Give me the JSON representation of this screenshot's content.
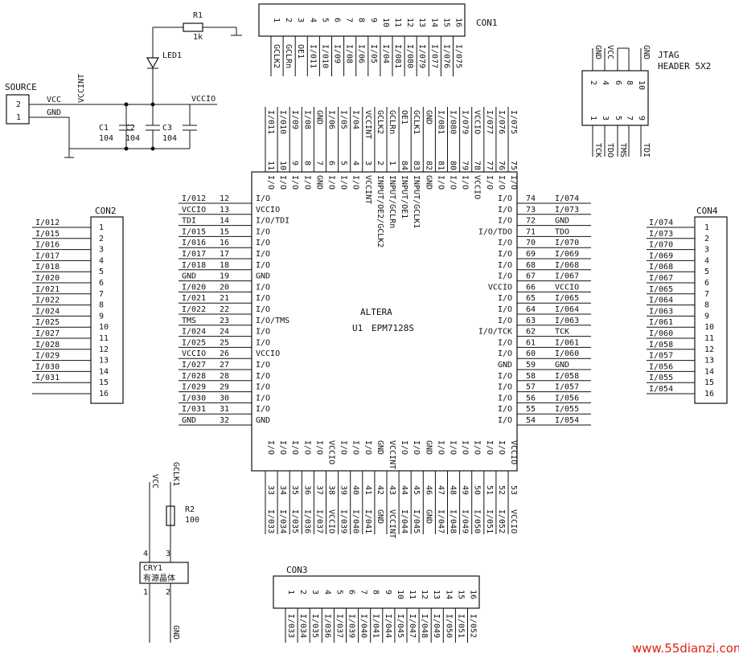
{
  "chip": {
    "vendor": "ALTERA",
    "ref": "U1",
    "part": "EPM7128S",
    "left_pins": [
      {
        "pin": "12",
        "net": "I/012",
        "fn": "I/O"
      },
      {
        "pin": "13",
        "net": "VCCIO",
        "fn": "VCCIO"
      },
      {
        "pin": "14",
        "net": "TDI",
        "fn": "I/O/TDI"
      },
      {
        "pin": "15",
        "net": "I/015",
        "fn": "I/O"
      },
      {
        "pin": "16",
        "net": "I/016",
        "fn": "I/O"
      },
      {
        "pin": "17",
        "net": "I/017",
        "fn": "I/O"
      },
      {
        "pin": "18",
        "net": "I/018",
        "fn": "I/O"
      },
      {
        "pin": "19",
        "net": "GND",
        "fn": "GND"
      },
      {
        "pin": "20",
        "net": "I/020",
        "fn": "I/O"
      },
      {
        "pin": "21",
        "net": "I/021",
        "fn": "I/O"
      },
      {
        "pin": "22",
        "net": "I/022",
        "fn": "I/O"
      },
      {
        "pin": "23",
        "net": "TMS",
        "fn": "I/O/TMS"
      },
      {
        "pin": "24",
        "net": "I/024",
        "fn": "I/O"
      },
      {
        "pin": "25",
        "net": "I/025",
        "fn": "I/O"
      },
      {
        "pin": "26",
        "net": "VCCIO",
        "fn": "VCCIO"
      },
      {
        "pin": "27",
        "net": "I/027",
        "fn": "I/O"
      },
      {
        "pin": "28",
        "net": "I/028",
        "fn": "I/O"
      },
      {
        "pin": "29",
        "net": "I/029",
        "fn": "I/O"
      },
      {
        "pin": "30",
        "net": "I/030",
        "fn": "I/O"
      },
      {
        "pin": "31",
        "net": "I/031",
        "fn": "I/O"
      },
      {
        "pin": "32",
        "net": "GND",
        "fn": "GND"
      }
    ],
    "right_pins": [
      {
        "pin": "74",
        "net": "I/074",
        "fn": "I/O"
      },
      {
        "pin": "73",
        "net": "I/073",
        "fn": "I/O"
      },
      {
        "pin": "72",
        "net": "GND",
        "fn": "I/O"
      },
      {
        "pin": "71",
        "net": "TDO",
        "fn": "I/O/TDO"
      },
      {
        "pin": "70",
        "net": "I/070",
        "fn": "I/O"
      },
      {
        "pin": "69",
        "net": "I/069",
        "fn": "I/O"
      },
      {
        "pin": "68",
        "net": "I/068",
        "fn": "I/O"
      },
      {
        "pin": "67",
        "net": "I/067",
        "fn": "I/O"
      },
      {
        "pin": "66",
        "net": "VCCIO",
        "fn": "VCCIO"
      },
      {
        "pin": "65",
        "net": "I/065",
        "fn": "I/O"
      },
      {
        "pin": "64",
        "net": "I/064",
        "fn": "I/O"
      },
      {
        "pin": "63",
        "net": "I/063",
        "fn": "I/O"
      },
      {
        "pin": "62",
        "net": "TCK",
        "fn": "I/O/TCK"
      },
      {
        "pin": "61",
        "net": "I/061",
        "fn": "I/O"
      },
      {
        "pin": "60",
        "net": "I/060",
        "fn": "I/O"
      },
      {
        "pin": "59",
        "net": "GND",
        "fn": "GND"
      },
      {
        "pin": "58",
        "net": "I/058",
        "fn": "I/O"
      },
      {
        "pin": "57",
        "net": "I/057",
        "fn": "I/O"
      },
      {
        "pin": "56",
        "net": "I/056",
        "fn": "I/O"
      },
      {
        "pin": "55",
        "net": "I/055",
        "fn": "I/O"
      },
      {
        "pin": "54",
        "net": "I/054",
        "fn": "I/O"
      }
    ],
    "top_pins": [
      {
        "pin": "11",
        "net": "I/011",
        "fn": "I/O"
      },
      {
        "pin": "10",
        "net": "I/010",
        "fn": "I/O"
      },
      {
        "pin": "9",
        "net": "I/09",
        "fn": "I/O"
      },
      {
        "pin": "8",
        "net": "I/08",
        "fn": "I/O"
      },
      {
        "pin": "7",
        "net": "GND",
        "fn": "GND"
      },
      {
        "pin": "6",
        "net": "I/06",
        "fn": "I/O"
      },
      {
        "pin": "5",
        "net": "I/05",
        "fn": "I/O"
      },
      {
        "pin": "4",
        "net": "I/04",
        "fn": "I/O"
      },
      {
        "pin": "3",
        "net": "VCCINT",
        "fn": "VCCINT"
      },
      {
        "pin": "2",
        "net": "GCLK2",
        "fn": "INPUT/OE2/GCLK2"
      },
      {
        "pin": "1",
        "net": "GCLRn",
        "fn": "INPUT/GCLRn"
      },
      {
        "pin": "84",
        "net": "OE1",
        "fn": "INPUT/OE1"
      },
      {
        "pin": "83",
        "net": "GCLK1",
        "fn": "INPUT/GCLK1"
      },
      {
        "pin": "82",
        "net": "GND",
        "fn": "GND"
      },
      {
        "pin": "81",
        "net": "I/081",
        "fn": "I/O"
      },
      {
        "pin": "80",
        "net": "I/080",
        "fn": "I/O"
      },
      {
        "pin": "79",
        "net": "I/079",
        "fn": "I/O"
      },
      {
        "pin": "78",
        "net": "VCCIO",
        "fn": "VCCIO"
      },
      {
        "pin": "77",
        "net": "I/077",
        "fn": "I/O"
      },
      {
        "pin": "76",
        "net": "I/076",
        "fn": "I/O"
      },
      {
        "pin": "75",
        "net": "I/075",
        "fn": "I/O"
      }
    ],
    "bottom_pins": [
      {
        "pin": "33",
        "net": "I/033",
        "fn": "I/O"
      },
      {
        "pin": "34",
        "net": "I/034",
        "fn": "I/O"
      },
      {
        "pin": "35",
        "net": "I/035",
        "fn": "I/O"
      },
      {
        "pin": "36",
        "net": "I/036",
        "fn": "I/O"
      },
      {
        "pin": "37",
        "net": "I/037",
        "fn": "I/O"
      },
      {
        "pin": "38",
        "net": "VCCIO",
        "fn": "VCCIO"
      },
      {
        "pin": "39",
        "net": "I/039",
        "fn": "I/O"
      },
      {
        "pin": "40",
        "net": "I/040",
        "fn": "I/O"
      },
      {
        "pin": "41",
        "net": "I/041",
        "fn": "I/O"
      },
      {
        "pin": "42",
        "net": "GND",
        "fn": "GND"
      },
      {
        "pin": "43",
        "net": "VCCINT",
        "fn": "VCCINT"
      },
      {
        "pin": "44",
        "net": "I/044",
        "fn": "I/O"
      },
      {
        "pin": "45",
        "net": "I/045",
        "fn": "I/O"
      },
      {
        "pin": "46",
        "net": "GND",
        "fn": "GND"
      },
      {
        "pin": "47",
        "net": "I/047",
        "fn": "I/O"
      },
      {
        "pin": "48",
        "net": "I/048",
        "fn": "I/O"
      },
      {
        "pin": "49",
        "net": "I/049",
        "fn": "I/O"
      },
      {
        "pin": "50",
        "net": "I/050",
        "fn": "I/O"
      },
      {
        "pin": "51",
        "net": "I/051",
        "fn": "I/O"
      },
      {
        "pin": "52",
        "net": "I/052",
        "fn": "I/O"
      },
      {
        "pin": "53",
        "net": "VCCIO",
        "fn": "VCCIO"
      }
    ]
  },
  "con1": {
    "name": "CON1",
    "pins": [
      "1",
      "2",
      "3",
      "4",
      "5",
      "6",
      "7",
      "8",
      "9",
      "10",
      "11",
      "12",
      "13",
      "14",
      "15",
      "16"
    ],
    "nets": [
      "GCLK2",
      "GCLRn",
      "OE1",
      "I/011",
      "I/010",
      "I/09",
      "I/08",
      "I/06",
      "I/05",
      "I/04",
      "I/081",
      "I/080",
      "I/079",
      "I/077",
      "I/076",
      "I/075"
    ]
  },
  "con2": {
    "name": "CON2",
    "pins": [
      "1",
      "2",
      "3",
      "4",
      "5",
      "6",
      "7",
      "8",
      "9",
      "10",
      "11",
      "12",
      "13",
      "14",
      "15",
      "16"
    ],
    "nets": [
      "I/012",
      "I/015",
      "I/016",
      "I/017",
      "I/018",
      "I/020",
      "I/021",
      "I/022",
      "I/024",
      "I/025",
      "I/027",
      "I/028",
      "I/029",
      "I/030",
      "I/031",
      ""
    ]
  },
  "con3": {
    "name": "CON3",
    "pins": [
      "1",
      "2",
      "3",
      "4",
      "5",
      "6",
      "7",
      "8",
      "9",
      "10",
      "11",
      "12",
      "13",
      "14",
      "15",
      "16"
    ],
    "nets": [
      "I/033",
      "I/034",
      "I/035",
      "I/036",
      "I/037",
      "I/039",
      "I/040",
      "I/041",
      "I/044",
      "I/045",
      "I/047",
      "I/048",
      "I/049",
      "I/050",
      "I/051",
      "I/052"
    ]
  },
  "con4": {
    "name": "CON4",
    "pins": [
      "1",
      "2",
      "3",
      "4",
      "5",
      "6",
      "7",
      "8",
      "9",
      "10",
      "11",
      "12",
      "13",
      "14",
      "15",
      "16"
    ],
    "nets": [
      "I/074",
      "I/073",
      "I/070",
      "I/069",
      "I/068",
      "I/067",
      "I/065",
      "I/064",
      "I/063",
      "I/061",
      "I/060",
      "I/058",
      "I/057",
      "I/056",
      "I/055",
      "I/054"
    ]
  },
  "jtag": {
    "name_line1": "JTAG",
    "name_line2": "HEADER 5X2",
    "top_pins": [
      "2",
      "4",
      "6",
      "8",
      "10"
    ],
    "top_nets": [
      "GND",
      "VCC",
      "",
      "",
      "GND"
    ],
    "bottom_pins": [
      "1",
      "3",
      "5",
      "7",
      "9"
    ],
    "bottom_nets": [
      "TCK",
      "TDO",
      "TMS",
      "",
      "TDI"
    ]
  },
  "power": {
    "source_label": "SOURCE",
    "source_pins": [
      "2",
      "1"
    ],
    "vcc": "VCC",
    "gnd": "GND",
    "vccint": "VCCINT",
    "vccio": "VCCIO",
    "r1_ref": "R1",
    "r1_val": "1k",
    "led_ref": "LED1",
    "c1_ref": "C1",
    "c1_val": "104",
    "c2_ref": "C2",
    "c2_val": "104",
    "c3_ref": "C3",
    "c3_val": "104"
  },
  "osc": {
    "ref": "CRY1",
    "desc": "有源晶体",
    "pins": [
      "4",
      "3",
      "1",
      "2"
    ],
    "vcc": "VCC",
    "gclk1": "GCLK1",
    "gnd": "GND",
    "r2_ref": "R2",
    "r2_val": "100"
  },
  "watermark": "www.55dianzi.com"
}
